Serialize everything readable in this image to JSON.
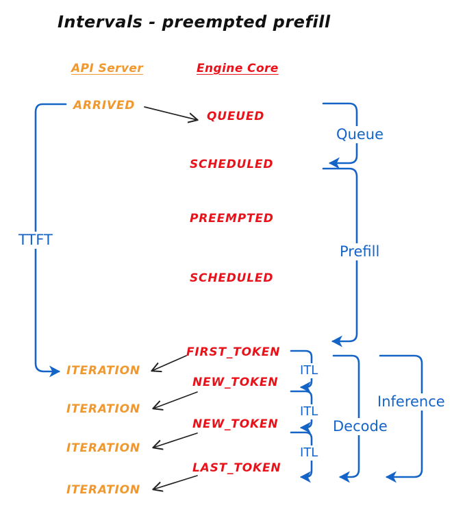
{
  "title": "Intervals - preempted prefill",
  "colors": {
    "orange": "#f0982d",
    "red": "#e8131a",
    "blue": "#1464c8",
    "black": "#222222",
    "background": "#ffffff"
  },
  "columns": {
    "api_server": "API Server",
    "engine_core": "Engine Core"
  },
  "api_events": [
    {
      "label": "ARRIVED"
    },
    {
      "label": "ITERATION"
    },
    {
      "label": "ITERATION"
    },
    {
      "label": "ITERATION"
    },
    {
      "label": "ITERATION"
    }
  ],
  "engine_events": [
    {
      "label": "QUEUED"
    },
    {
      "label": "SCHEDULED"
    },
    {
      "label": "PREEMPTED"
    },
    {
      "label": "SCHEDULED"
    },
    {
      "label": "FIRST_TOKEN"
    },
    {
      "label": "NEW_TOKEN"
    },
    {
      "label": "NEW_TOKEN"
    },
    {
      "label": "LAST_TOKEN"
    }
  ],
  "intervals": {
    "ttft": "TTFT",
    "queue": "Queue",
    "prefill": "Prefill",
    "decode": "Decode",
    "inference": "Inference",
    "itl": [
      "ITL",
      "ITL",
      "ITL"
    ]
  }
}
